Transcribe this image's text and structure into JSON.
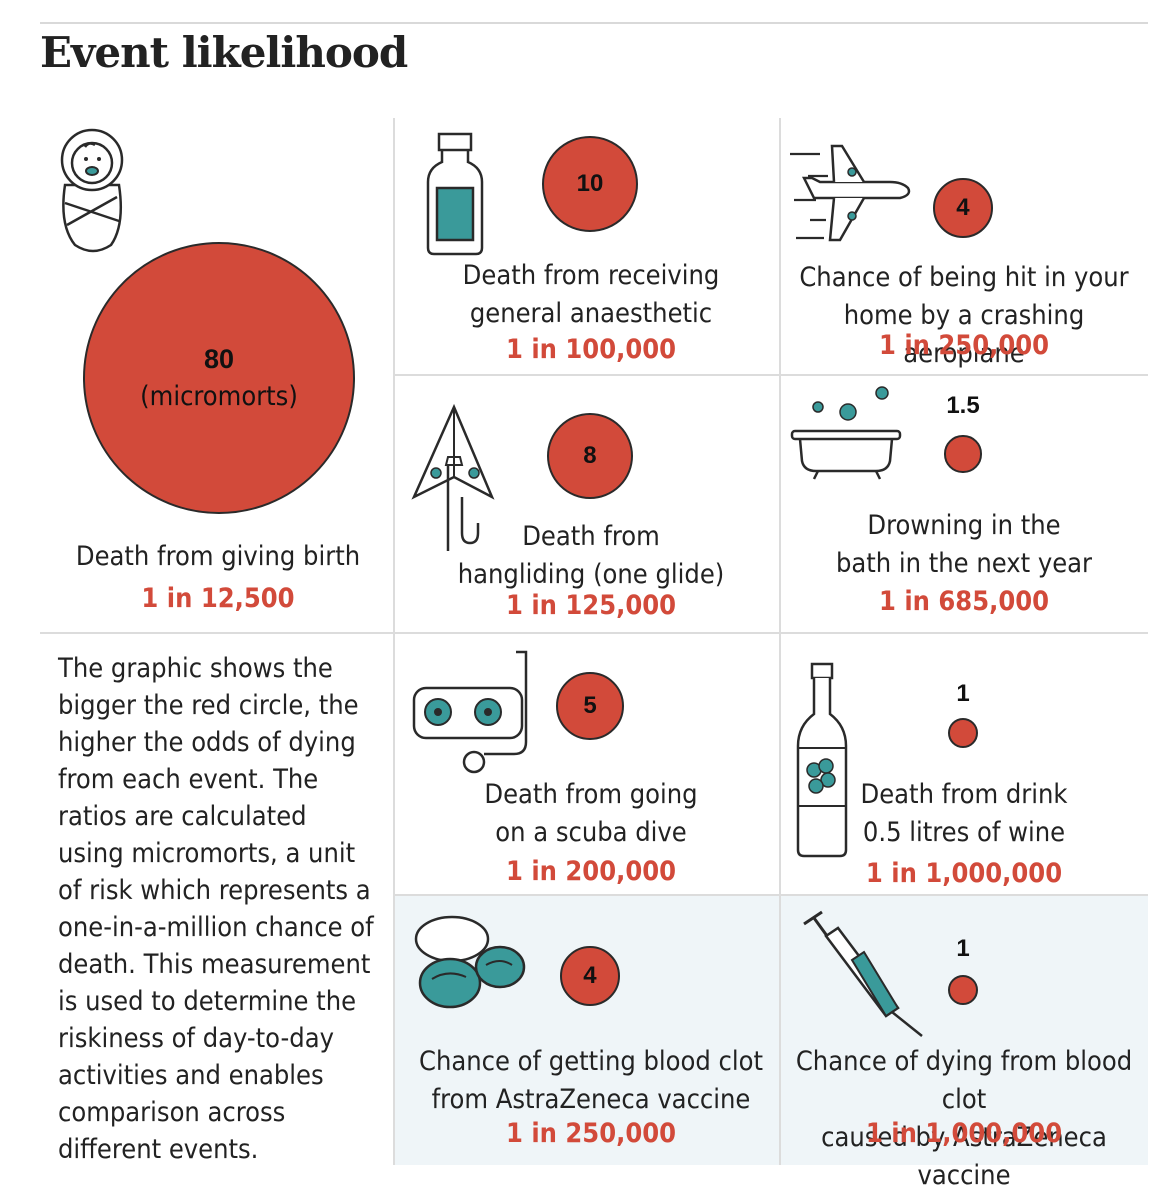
{
  "title": "Event likelihood",
  "note": "The graphic shows the bigger the red circle, the higher the odds of dying from each event. The ratios are calculated using micromorts, a unit of risk which represents a one-in-a-million chance of death. This measurement is used to determine the riskiness of day-to-day activities and enables comparison across different events.",
  "colors": {
    "circle": "#d24a3a",
    "odds": "#d24a3a",
    "icon_accent": "#3a9a9a",
    "shaded_row": "#eff5f8"
  },
  "chart_data": {
    "type": "bubble",
    "title": "Event likelihood",
    "unit": "(micromorts)",
    "events": [
      {
        "label": "Death from giving birth",
        "micromorts": 80,
        "odds": "1 in 12,500",
        "icon": "baby-icon"
      },
      {
        "label": "Death from receiving\ngeneral anaesthetic",
        "micromorts": 10,
        "odds": "1 in 100,000",
        "icon": "medicine-vial-icon"
      },
      {
        "label": "Chance of being hit in your\nhome by a crashing aeroplane",
        "micromorts": 4,
        "odds": "1 in 250,000",
        "icon": "airplane-icon"
      },
      {
        "label": "Death from\nhangliding (one glide)",
        "micromorts": 8,
        "odds": "1 in 125,000",
        "icon": "hang-glider-icon"
      },
      {
        "label": "Drowning in the\nbath in the next year",
        "micromorts": 1.5,
        "odds": "1 in 685,000",
        "icon": "bathtub-icon"
      },
      {
        "label": "Death from going\non a scuba dive",
        "micromorts": 5,
        "odds": "1 in 200,000",
        "icon": "scuba-mask-icon"
      },
      {
        "label": "Death from drink\n0.5 litres of wine",
        "micromorts": 1,
        "odds": "1 in 1,000,000",
        "icon": "wine-bottle-icon"
      },
      {
        "label": "Chance of getting blood clot\nfrom AstraZeneca vaccine",
        "micromorts": 4,
        "odds": "1 in 250,000",
        "icon": "blood-cells-icon"
      },
      {
        "label": "Chance of dying from blood clot\ncaused by AstraZeneca vaccine",
        "micromorts": 1,
        "odds": "1 in 1,000,000",
        "icon": "syringe-icon"
      }
    ]
  }
}
